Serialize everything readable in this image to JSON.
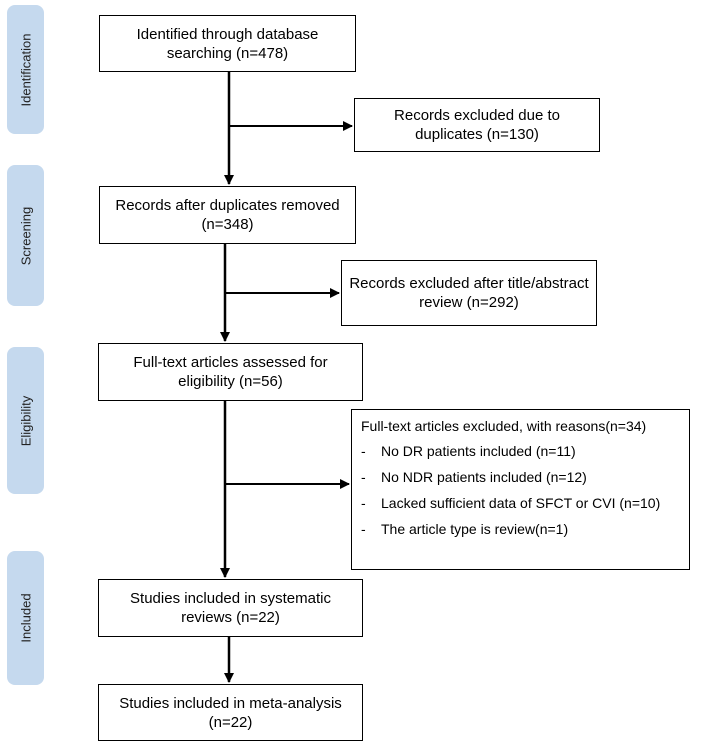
{
  "stages": [
    {
      "id": "identification",
      "label": "Identification"
    },
    {
      "id": "screening",
      "label": "Screening"
    },
    {
      "id": "eligibility",
      "label": "Eligibility"
    },
    {
      "id": "included",
      "label": "Included"
    }
  ],
  "boxes": {
    "identified": "Identified through database searching (n=478)",
    "duplicates_excluded": "Records excluded due to duplicates (n=130)",
    "after_duplicates": "Records after duplicates removed (n=348)",
    "title_abstract_excluded": "Records excluded after title/abstract review (n=292)",
    "fulltext_assessed": "Full-text articles assessed for eligibility (n=56)",
    "systematic_reviews": "Studies included in systematic reviews (n=22)",
    "meta_analysis": "Studies included in meta-analysis (n=22)"
  },
  "fulltext_excluded": {
    "title": "Full-text articles excluded, with reasons(n=34)",
    "items": [
      "No DR patients included (n=11)",
      "No NDR patients included (n=12)",
      "Lacked sufficient data of SFCT or CVI (n=10)",
      "The article type is review(n=1)"
    ]
  },
  "colors": {
    "stage_fill": "#c5d9ee",
    "line": "#000000"
  }
}
